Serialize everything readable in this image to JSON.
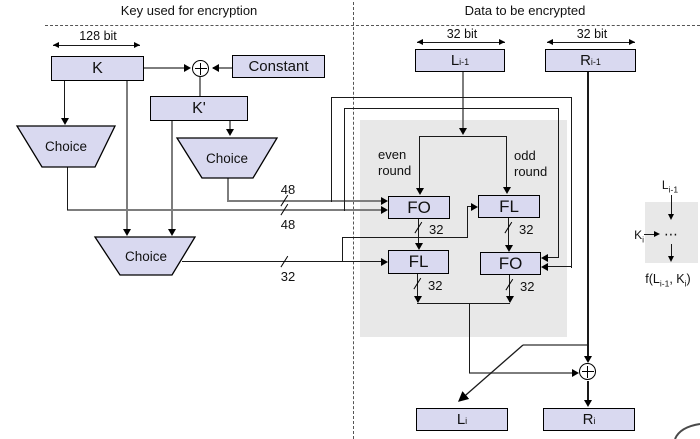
{
  "colors": {
    "box_fill": "#d9d9f0",
    "shade_fill": "#e8e8e8",
    "wire_gray": "#7d7d7d",
    "line_black": "#1a1a1a"
  },
  "headers": {
    "left": "Key used for encryption",
    "right": "Data to be encrypted"
  },
  "key_side": {
    "k_width": "128 bit",
    "k": "K",
    "constant": "Constant",
    "k_prime": "K'",
    "choice1": "Choice",
    "choice2": "Choice",
    "choice3": "Choice",
    "bus_a": "48",
    "bus_b": "48",
    "bus_c": "32"
  },
  "data_side": {
    "l_width": "32 bit",
    "r_width": "32 bit",
    "l_in": {
      "base": "L",
      "sub": "i-1"
    },
    "r_in": {
      "base": "R",
      "sub": "i-1"
    },
    "even": {
      "l1": "even",
      "l2": "round"
    },
    "odd": {
      "l1": "odd",
      "l2": "round"
    },
    "fo_top": "FO",
    "fl_top": "FL",
    "fl_bottom": "FL",
    "fo_bottom": "FO",
    "w_fo_top": "32",
    "w_fl_top": "32",
    "w_fl_bottom": "32",
    "w_fo_bottom": "32",
    "l_out": {
      "base": "L",
      "sub": "i"
    },
    "r_out": {
      "base": "R",
      "sub": "i"
    }
  },
  "mini": {
    "top": {
      "base": "L",
      "sub": "i-1"
    },
    "k": {
      "base": "K",
      "sub": "i"
    },
    "dots": "⋯",
    "f1": "f(L",
    "f1s": "i-1",
    "f2": ", K",
    "f2s": "i",
    "f3": ")"
  }
}
